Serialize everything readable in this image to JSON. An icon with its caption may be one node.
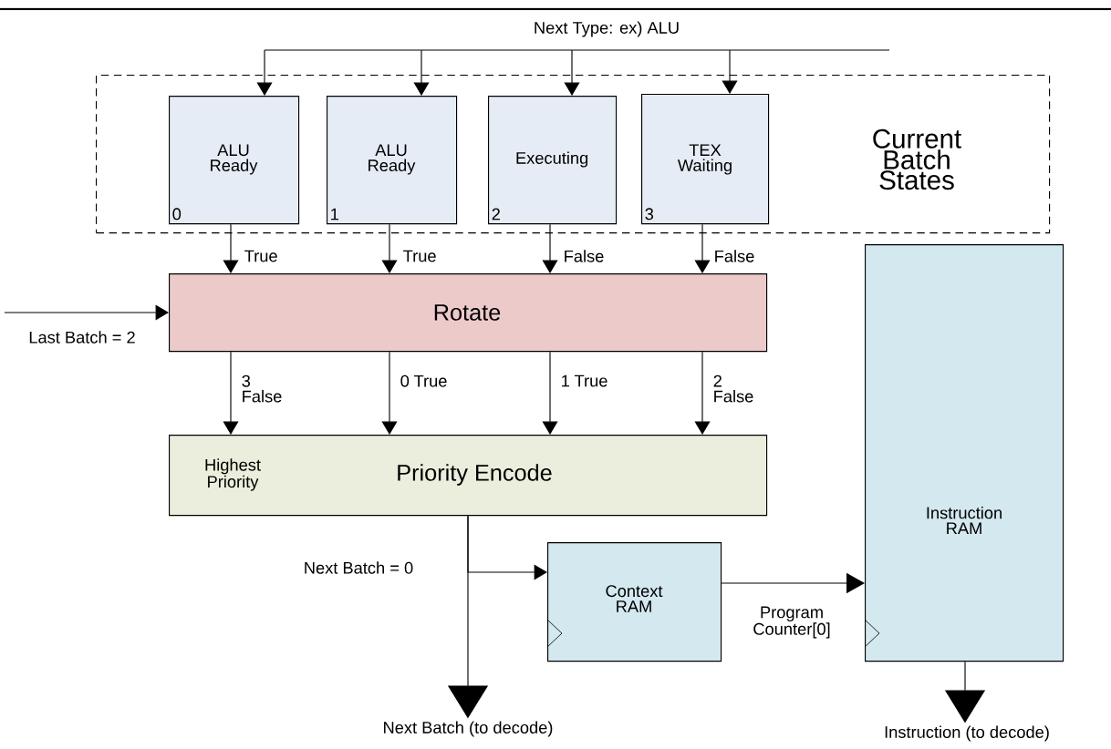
{
  "diagram": {
    "nodes": [
      {
        "text": [
          "Current Batch States"
        ]
      },
      {
        "text": [
          "ALU Ready",
          "0"
        ],
        "in": 0
      },
      {
        "text": [
          "ALU Ready",
          "1"
        ],
        "in": 0
      },
      {
        "text": [
          "Executing",
          "2"
        ],
        "in": 0
      },
      {
        "text": [
          "TEX Waiting",
          "3"
        ],
        "in": 0
      },
      {
        "text": [
          "Rotate"
        ]
      },
      {
        "text": [
          "Highest Priority",
          "Priority Encode"
        ]
      },
      {
        "text": [
          "Context RAM"
        ]
      },
      {
        "text": [
          "Instruction RAM"
        ]
      },
      {
        "text": [
          "Next Batch (to decode)"
        ]
      },
      {
        "text": [
          "Instruction (to decode)"
        ]
      }
    ],
    "edges": [
      {
        "from": null,
        "to": 1,
        "arrow": "to"
      },
      {
        "from": null,
        "to": 2,
        "arrow": "to"
      },
      {
        "from": null,
        "to": 3,
        "arrow": "to"
      },
      {
        "from": null,
        "to": 4,
        "arrow": "to"
      },
      {
        "from": 1,
        "to": 5,
        "arrow": "to",
        "label": "True"
      },
      {
        "from": 2,
        "to": 5,
        "arrow": "to",
        "label": "True"
      },
      {
        "from": 3,
        "to": 5,
        "arrow": "to",
        "label": "False"
      },
      {
        "from": 4,
        "to": 5,
        "arrow": "to",
        "label": "False"
      },
      {
        "from": null,
        "to": 5,
        "arrow": "to",
        "label": "Last Batch = 2"
      },
      {
        "from": 5,
        "to": 6,
        "arrow": "to",
        "label": "3 False"
      },
      {
        "from": 5,
        "to": 6,
        "arrow": "to",
        "label": "0 True"
      },
      {
        "from": 5,
        "to": 6,
        "arrow": "to",
        "label": "1 True"
      },
      {
        "from": 5,
        "to": 6,
        "arrow": "to",
        "label": "2 False"
      },
      {
        "from": 6,
        "to": 9,
        "arrow": "to"
      },
      {
        "from": 6,
        "to": 7,
        "arrow": "to",
        "label": "Next Batch = 0"
      },
      {
        "from": 7,
        "to": 8,
        "arrow": "to",
        "label": "Program Counter[0]"
      },
      {
        "from": 8,
        "to": 10,
        "arrow": "to"
      }
    ],
    "labels": [
      "Next Type: ex) ALU"
    ]
  }
}
